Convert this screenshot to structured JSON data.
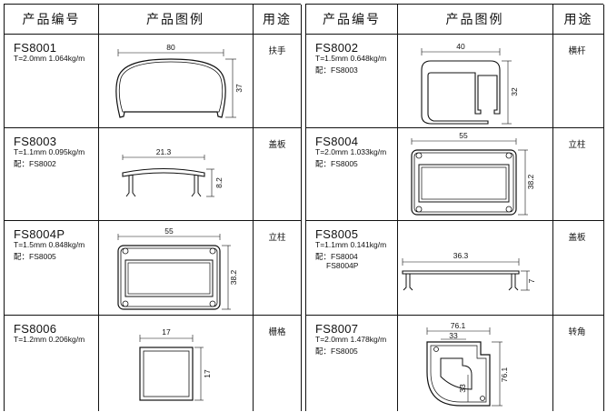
{
  "headers": {
    "code": "产品编号",
    "drawing": "产品图例",
    "use": "用途"
  },
  "left": [
    {
      "code": "FS8001",
      "spec": "T=2.0mm  1.064kg/m",
      "use": "扶手",
      "dims": [
        "80",
        "37"
      ]
    },
    {
      "code": "FS8003",
      "spec": "T=1.1mm  0.095kg/m",
      "mate_label": "配：",
      "mates": [
        "FS8002"
      ],
      "use": "盖板",
      "dims": [
        "21.3",
        "8.2"
      ]
    },
    {
      "code": "FS8004P",
      "spec": "T=1.5mm  0.848kg/m",
      "mate_label": "配：",
      "mates": [
        "FS8005"
      ],
      "use": "立柱",
      "dims": [
        "55",
        "38.2"
      ]
    },
    {
      "code": "FS8006",
      "spec": "T=1.2mm  0.206kg/m",
      "use": "栅格",
      "dims": [
        "17",
        "17"
      ]
    }
  ],
  "right": [
    {
      "code": "FS8002",
      "spec": "T=1.5mm  0.648kg/m",
      "mate_label": "配：",
      "mates": [
        "FS8003"
      ],
      "use": "横杆",
      "dims": [
        "40",
        "32"
      ]
    },
    {
      "code": "FS8004",
      "spec": "T=2.0mm  1.033kg/m",
      "mate_label": "配：",
      "mates": [
        "FS8005"
      ],
      "use": "立柱",
      "dims": [
        "55",
        "38.2"
      ]
    },
    {
      "code": "FS8005",
      "spec": "T=1.1mm  0.141kg/m",
      "mate_label": "配：",
      "mates": [
        "FS8004",
        "FS8004P"
      ],
      "use": "盖板",
      "dims": [
        "36.3",
        "7"
      ]
    },
    {
      "code": "FS8007",
      "spec": "T=2.0mm  1.478kg/m",
      "mate_label": "配：",
      "mates": [
        "FS8005"
      ],
      "use": "转角",
      "dims": [
        "76.1",
        "33",
        "33",
        "76.1"
      ]
    }
  ]
}
